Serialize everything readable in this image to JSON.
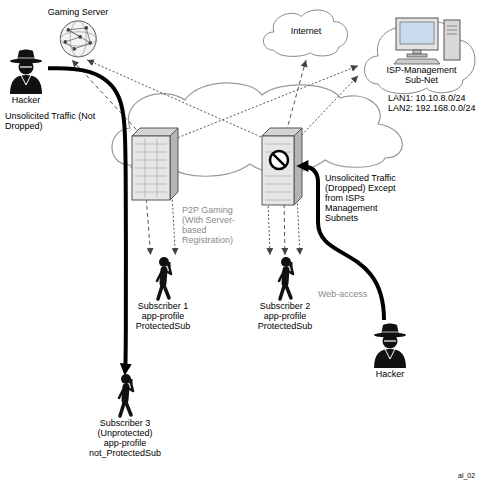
{
  "diagram": {
    "nodes": [
      {
        "text": [
          "Gaming Server"
        ]
      },
      {
        "text": [
          "Internet"
        ]
      },
      {
        "text": [
          "ISP-Management Sub-Net",
          "LAN1: 10.10.8.0/24",
          "LAN2: 192.168.0.0/24"
        ]
      },
      {
        "text": [
          "Hacker"
        ]
      },
      {
        "text": [
          "Subscriber 1",
          "app-profile ProtectedSub"
        ]
      },
      {
        "text": [
          "Subscriber 2",
          "app-profile ProtectedSub"
        ]
      },
      {
        "text": [
          "Hacker"
        ]
      },
      {
        "text": [
          "Subscriber 3 (Unprotected)",
          "app-profile not_ProtectedSub"
        ]
      }
    ],
    "edges": [
      {
        "from": 0,
        "to": 4,
        "arrow": "both"
      },
      {
        "from": 0,
        "to": 5,
        "arrow": "both"
      },
      {
        "from": 1,
        "to": 5,
        "arrow": "both"
      },
      {
        "from": 2,
        "to": 4,
        "arrow": "both"
      },
      {
        "from": 2,
        "to": 5,
        "arrow": "both"
      },
      {
        "from": 3,
        "to": 7,
        "arrow": "to"
      }
    ],
    "labels": [
      "Unsolicited Traffic (Not Dropped)",
      "P2P Gaming (With Server-based Registration)",
      "Web-access",
      "Unsolicited Traffic (Dropped) Except from ISPs Management Subnets",
      "al_02"
    ]
  }
}
